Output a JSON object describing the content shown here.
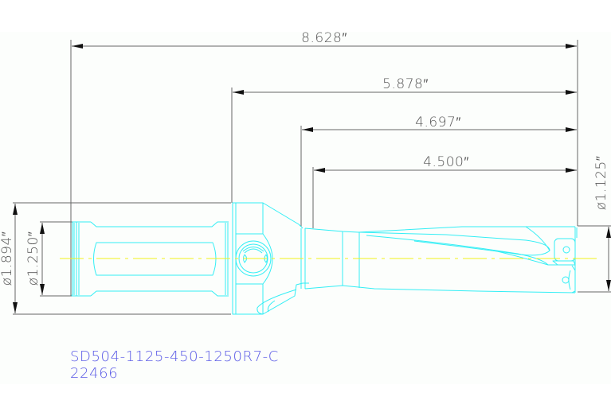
{
  "drawing": {
    "part_number": "SD504-1125-450-1250R7-C",
    "item_number": "22466",
    "colors": {
      "background": "#fcfefc",
      "dimension": "#555555",
      "outline": "#33eef5",
      "centerline": "#f2f21a",
      "title_text": "#5a5ae6"
    },
    "dimensions": {
      "overall_length": "8.628″",
      "body_length": "5.878″",
      "flute_length": "4.697″",
      "drill_depth": "4.500″",
      "flange_diameter": "ø1.894″",
      "shank_diameter": "ø1.250″",
      "drill_diameter": "ø1.125″"
    }
  }
}
